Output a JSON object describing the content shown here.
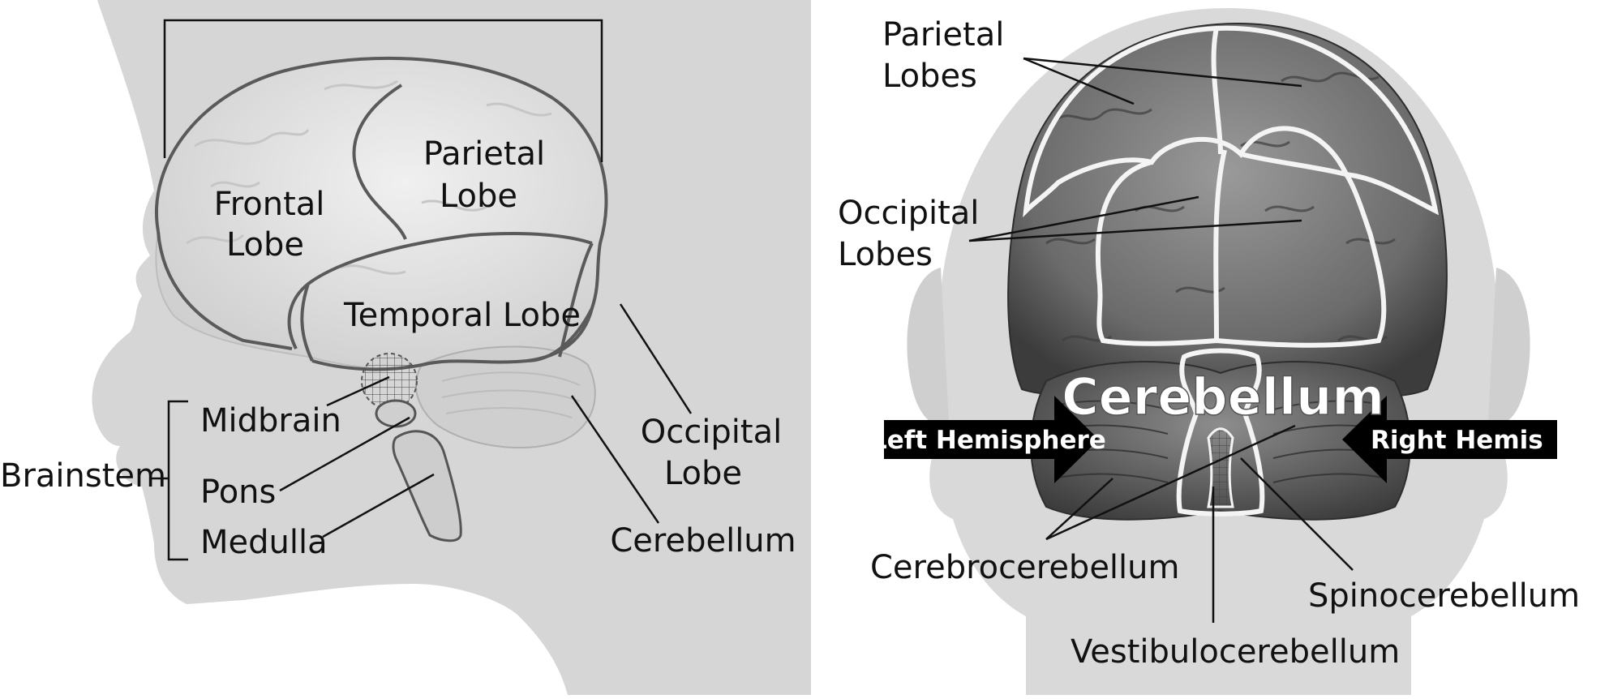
{
  "left_panel": {
    "labels": {
      "frontal": [
        "Frontal",
        "Lobe"
      ],
      "parietal": [
        "Parietal",
        "Lobe"
      ],
      "temporal": "Temporal Lobe",
      "occipital": [
        "Occipital",
        "Lobe"
      ],
      "cerebellum": "Cerebellum",
      "brainstem": "Brainstem",
      "midbrain": "Midbrain",
      "pons": "Pons",
      "medulla": "Medulla"
    }
  },
  "right_panel": {
    "labels": {
      "parietal": [
        "Parietal",
        "Lobes"
      ],
      "occipital": [
        "Occipital",
        "Lobes"
      ],
      "cerebellum": "Cerebellum",
      "left_hemisphere": "Left Hemisphere",
      "right_hemisphere": "Right Hemis",
      "cerebrocerebellum": "Cerebrocerebellum",
      "spinocerebellum": "Spinocerebellum",
      "vestibulocerebellum": "Vestibulocerebellum"
    }
  },
  "colors": {
    "silhouette": "#d6d6d6",
    "brain_light": "#e6e6e6",
    "brain_dark": "#5c5c5c",
    "arrow": "#000000"
  }
}
